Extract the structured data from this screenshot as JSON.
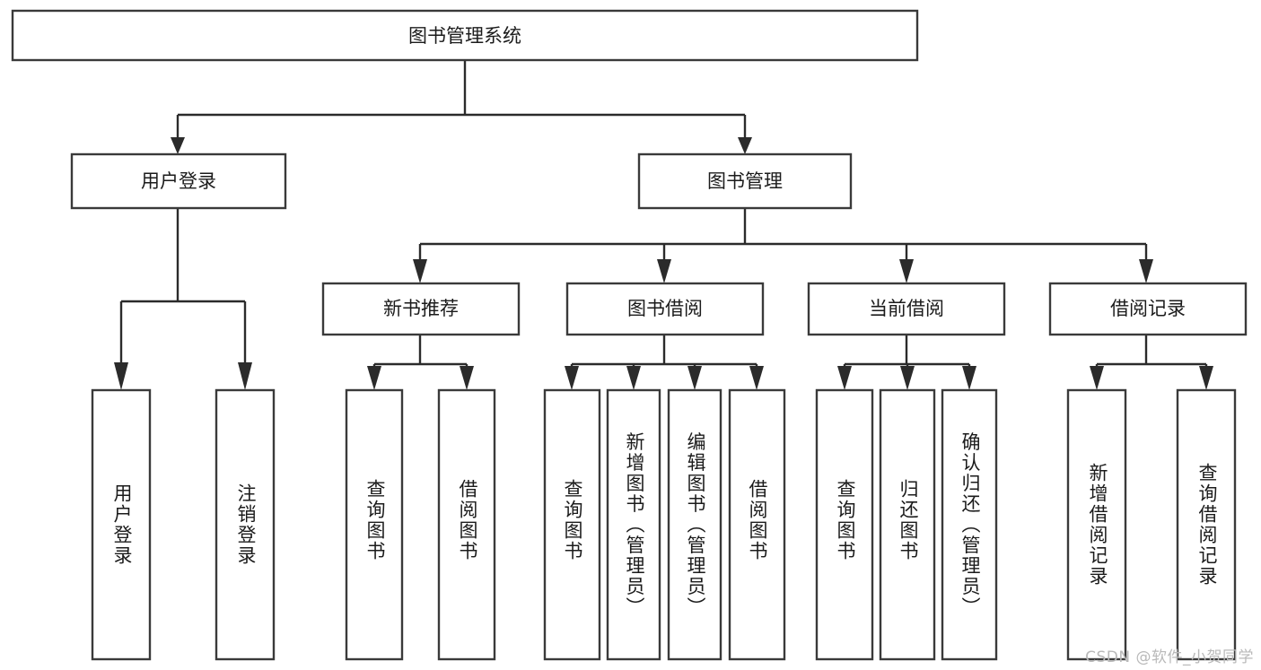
{
  "diagram": {
    "type": "tree-hierarchy-chart",
    "title": "图书管理系统",
    "colors": {
      "background": "#ffffff",
      "box_stroke": "#3a3a3a",
      "box_fill": "#ffffff",
      "line": "#2b2b2b",
      "text": "#1b1b1b",
      "watermark": "#b9b9b9"
    },
    "root": {
      "id": "root",
      "label": "图书管理系统",
      "orientation": "horizontal"
    },
    "level2": [
      {
        "id": "user-login",
        "label": "用户登录",
        "orientation": "horizontal"
      },
      {
        "id": "book-manage",
        "label": "图书管理",
        "orientation": "horizontal"
      }
    ],
    "level3": [
      {
        "id": "new-book-recommend",
        "label": "新书推荐",
        "orientation": "horizontal",
        "parent": "book-manage"
      },
      {
        "id": "book-borrow",
        "label": "图书借阅",
        "orientation": "horizontal",
        "parent": "book-manage"
      },
      {
        "id": "current-borrow",
        "label": "当前借阅",
        "orientation": "horizontal",
        "parent": "book-manage"
      },
      {
        "id": "borrow-record",
        "label": "借阅记录",
        "orientation": "horizontal",
        "parent": "book-manage"
      }
    ],
    "leaves": [
      {
        "id": "leaf-user-login",
        "label": "用户登录",
        "orientation": "vertical",
        "parent": "user-login"
      },
      {
        "id": "leaf-logout",
        "label": "注销登录",
        "orientation": "vertical",
        "parent": "user-login"
      },
      {
        "id": "leaf-query-book-1",
        "label": "查询图书",
        "orientation": "vertical",
        "parent": "new-book-recommend"
      },
      {
        "id": "leaf-borrow-book-1",
        "label": "借阅图书",
        "orientation": "vertical",
        "parent": "new-book-recommend"
      },
      {
        "id": "leaf-query-book-2",
        "label": "查询图书",
        "orientation": "vertical",
        "parent": "book-borrow"
      },
      {
        "id": "leaf-add-book",
        "label": "新增图书（管理员）",
        "orientation": "vertical",
        "parent": "book-borrow"
      },
      {
        "id": "leaf-edit-book",
        "label": "编辑图书（管理员）",
        "orientation": "vertical",
        "parent": "book-borrow"
      },
      {
        "id": "leaf-borrow-book-2",
        "label": "借阅图书",
        "orientation": "vertical",
        "parent": "book-borrow"
      },
      {
        "id": "leaf-query-book-3",
        "label": "查询图书",
        "orientation": "vertical",
        "parent": "current-borrow"
      },
      {
        "id": "leaf-return-book",
        "label": "归还图书",
        "orientation": "vertical",
        "parent": "current-borrow"
      },
      {
        "id": "leaf-confirm-return",
        "label": "确认归还（管理员）",
        "orientation": "vertical",
        "parent": "current-borrow"
      },
      {
        "id": "leaf-add-record",
        "label": "新增借阅记录",
        "orientation": "vertical",
        "parent": "borrow-record"
      },
      {
        "id": "leaf-query-record",
        "label": "查询借阅记录",
        "orientation": "vertical",
        "parent": "borrow-record"
      }
    ],
    "watermark": "CSDN @软件_小贺同学"
  }
}
